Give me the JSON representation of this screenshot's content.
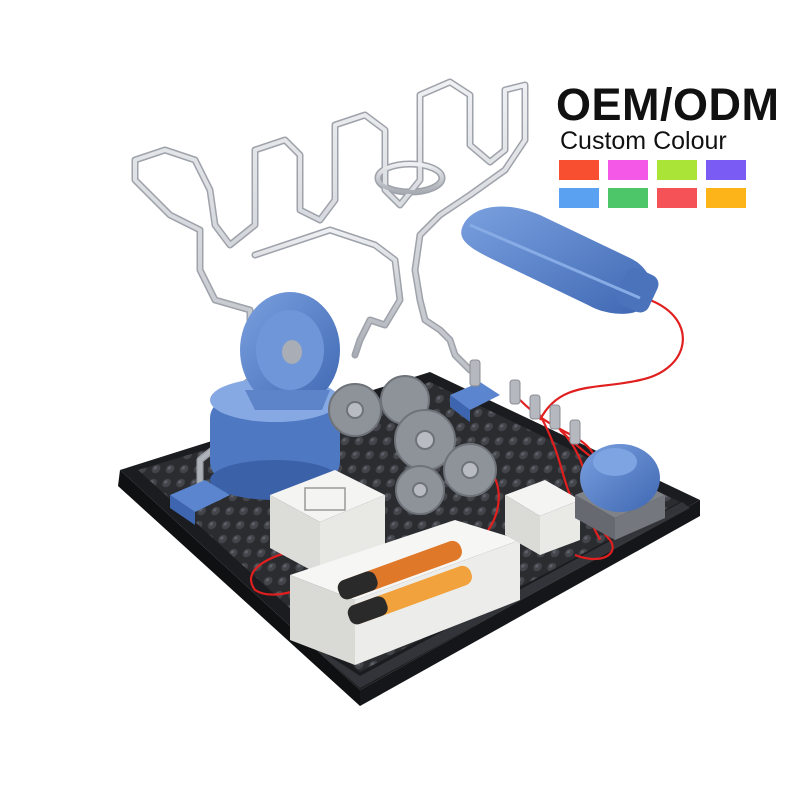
{
  "headline": "OEM/ODM",
  "subheadline": "Custom Colour",
  "swatches": [
    {
      "name": "orange-red",
      "color": "#f74f2f"
    },
    {
      "name": "magenta",
      "color": "#f458e6"
    },
    {
      "name": "lime-green",
      "color": "#a9e436"
    },
    {
      "name": "violet",
      "color": "#7a5bf4"
    },
    {
      "name": "sky-blue",
      "color": "#5ba1f2"
    },
    {
      "name": "green",
      "color": "#4dc66a"
    },
    {
      "name": "red",
      "color": "#f45257"
    },
    {
      "name": "amber",
      "color": "#fdb418"
    }
  ],
  "product": {
    "accent_color": "#5b86cf",
    "base_color": "#1f1f22",
    "wire_color": "#c9ccd1",
    "cable_color": "#e11f1f"
  }
}
